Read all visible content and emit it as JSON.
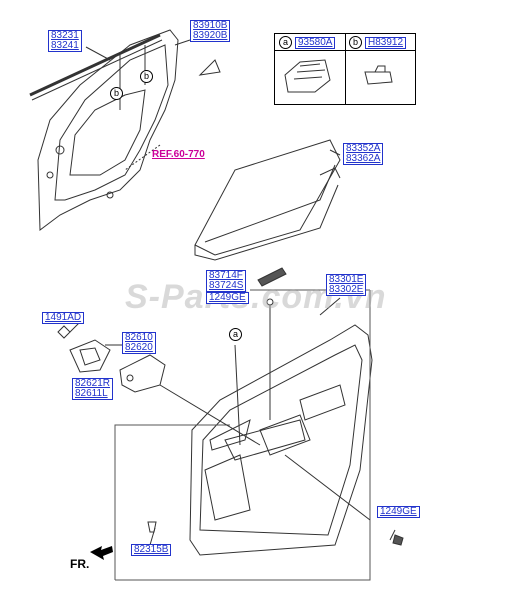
{
  "watermark": "S-Parts.com.vn",
  "reference": "REF.60-770",
  "direction_label": "FR.",
  "table": {
    "col_a": {
      "marker": "a",
      "part": "93580A"
    },
    "col_b": {
      "marker": "b",
      "part": "H83912"
    }
  },
  "callout_markers": {
    "a": "a",
    "b": "b"
  },
  "labels": {
    "weatherstrip": [
      "83231",
      "83241"
    ],
    "mirror_cover": [
      "83910B",
      "83920B"
    ],
    "door_curtain": [
      "83352A",
      "83362A"
    ],
    "tweeter": [
      "83714F",
      "83724S"
    ],
    "screw_top": "1249GE",
    "trim_panel": [
      "83301E",
      "83302E"
    ],
    "clip_left": "1491AD",
    "handle_upper": [
      "82610",
      "82620"
    ],
    "handle_lower": [
      "82621R",
      "82611L"
    ],
    "screw_bottom": "1249GE",
    "fastener": "82315B"
  }
}
